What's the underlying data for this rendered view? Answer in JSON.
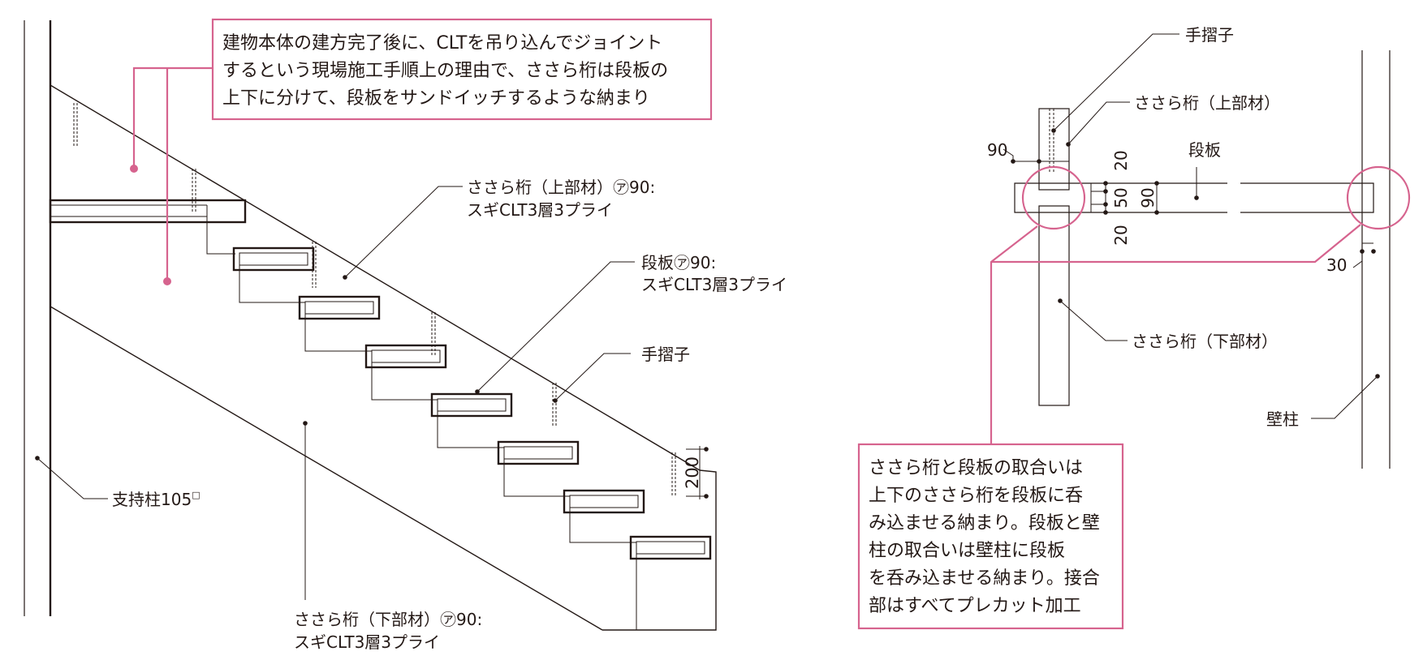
{
  "colors": {
    "ink": "#231815",
    "accent": "#d6638e",
    "background": "#ffffff"
  },
  "left_view": {
    "note": [
      "建物本体の建方完了後に、CLTを吊り込んでジョイント",
      "するという現場施工手順上の理由で、ささら桁は段板の",
      "上下に分けて、段板をサンドイッチするような納まり"
    ],
    "upper_stringer": [
      "ささら桁（上部材）㋐90:",
      "スギCLT3層3プライ"
    ],
    "tread": [
      "段板㋐90:",
      "スギCLT3層3プライ"
    ],
    "baluster": "手摺子",
    "riser_dim": "200",
    "post": "支持柱105",
    "post_mark": "□",
    "lower_stringer": [
      "ささら桁（下部材）㋐90:",
      "スギCLT3層3プライ"
    ]
  },
  "right_view": {
    "baluster": "手摺子",
    "upper_stringer": "ささら桁（上部材）",
    "tread": "段板",
    "lower_stringer": "ささら桁（下部材）",
    "wall_post": "壁柱",
    "dims": {
      "width_90": "90",
      "top_20": "20",
      "mid_50": "50",
      "bottom_20": "20",
      "tread_90": "90",
      "embed_30": "30"
    },
    "note": [
      "ささら桁と段板の取合いは",
      "上下のささら桁を段板に呑",
      "み込ませる納まり。段板と壁",
      "柱の取合いは壁柱に段板",
      "を呑み込ませる納まり。接合",
      "部はすべてプレカット加工"
    ]
  }
}
